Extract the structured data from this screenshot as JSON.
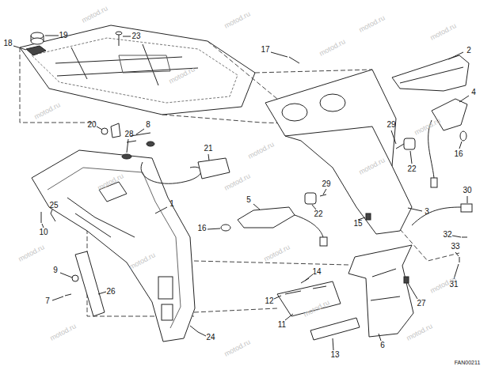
{
  "diagram": {
    "labels": [
      "19",
      "18",
      "23",
      "17",
      "2",
      "4",
      "20",
      "8",
      "28",
      "21",
      "29",
      "22",
      "16",
      "1",
      "25",
      "10",
      "29",
      "22",
      "5",
      "16",
      "15",
      "3",
      "30",
      "32",
      "33",
      "31",
      "27",
      "14",
      "12",
      "11",
      "13",
      "6",
      "9",
      "7",
      "26",
      "24",
      "FAN00211",
      "motod.ru",
      "motod.ru",
      "motod.ru",
      "motod.ru",
      "motod.ru",
      "motod.ru",
      "motod.ru",
      "motod.ru",
      "motod.ru",
      "motod.ru",
      "motod.ru",
      "motod.ru",
      "motod.ru",
      "motod.ru",
      "motod.ru",
      "motod.ru",
      "motod.ru",
      "motod.ru",
      "motod.ru",
      "motod.ru"
    ]
  }
}
